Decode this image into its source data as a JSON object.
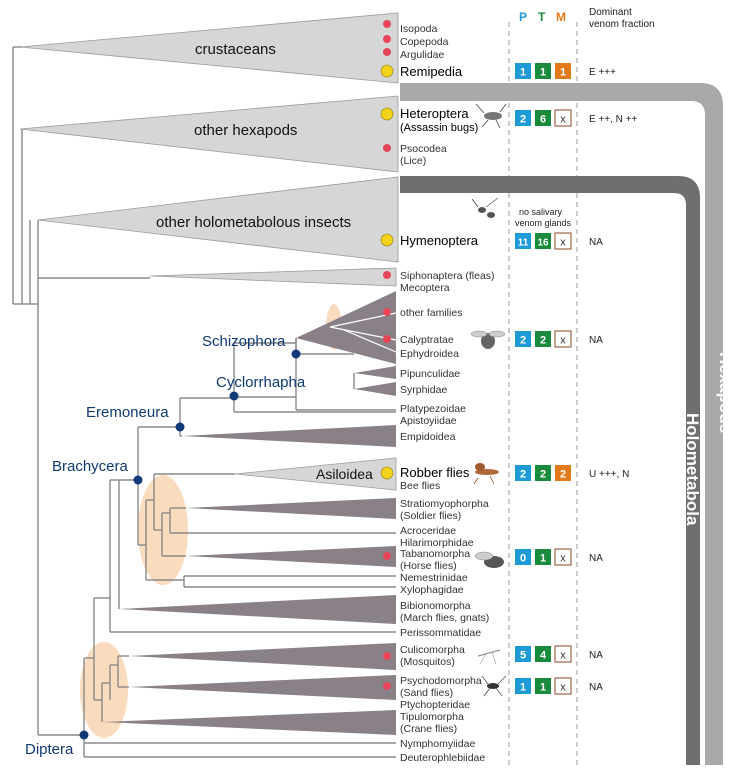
{
  "header": {
    "letters": [
      {
        "text": "P",
        "color": "#1e9ad6"
      },
      {
        "text": "T",
        "color": "#1a8a3c"
      },
      {
        "text": "M",
        "color": "#e07a1a"
      }
    ],
    "dominant": [
      "Dominant",
      "venom fraction"
    ]
  },
  "group_labels": {
    "crustaceans": "crustaceans",
    "other_hexapods": "other hexapods",
    "other_holometabolous": "other holometabolous insects",
    "asiloidea": "Asiloidea"
  },
  "node_labels": {
    "schizophora": "Schizophora",
    "cyclorrhapha": "Cyclorrhapha",
    "eremoneura": "Eremoneura",
    "brachycera": "Brachycera",
    "diptera": "Diptera"
  },
  "clade_brackets": {
    "hexapoda": "Hexapods",
    "holometabola": "Holometabola"
  },
  "taxa": {
    "isopoda": "Isopoda",
    "copepoda": "Copepoda",
    "argulidae": "Argulidae",
    "remipedia": "Remipedia",
    "heteroptera": "Heteroptera",
    "heteroptera_sub": "(Assassin bugs)",
    "psocodea": "Psocodea",
    "psocodea_sub": "(Lice)",
    "hymenoptera": "Hymenoptera",
    "siphonaptera": "Siphonaptera (fleas)",
    "mecoptera": "Mecoptera",
    "other_families": "other families",
    "calyptratae": "Calyptratae",
    "ephydroidea": "Ephydroidea",
    "pipunculidae": "Pipunculidae",
    "syrphidae": "Syrphidae",
    "platypezoidae": "Platypezoidae",
    "apistoyiidae": "Apistoyiidae",
    "empidoidea": "Empidoidea",
    "robber_flies": "Robber flies",
    "bee_flies": "Bee flies",
    "stratiomyophorpha": "Stratiomyophorpha",
    "stratiomyophorpha_sub": "(Soldier flies)",
    "acroceridae": "Acroceridae",
    "hilarimorphidae": "Hilarimorphidae",
    "tabanomorpha": "Tabanomorpha",
    "tabanomorpha_sub": "(Horse flies)",
    "nemestrinidae": "Nemestrinidae",
    "xylophagidae": "Xylophagidae",
    "bibionomorpha": "Bibionomorpha",
    "bibionomorpha_sub": "(March flies, gnats)",
    "perissommatidae": "Perissommatidae",
    "culicomorpha": "Culicomorpha",
    "culicomorpha_sub": "(Mosquitos)",
    "psychodomorpha": "Psychodomorpha",
    "psychodomorpha_sub": "(Sand flies)",
    "ptychopteridae": "Ptychopteridae",
    "tipulomorpha": "Tipulomorpha",
    "tipulomorpha_sub": "(Crane flies)",
    "nymphomyiidae": "Nymphomyiidae",
    "deuterophlebiidae": "Deuterophlebiidae"
  },
  "no_glands": [
    "no salivary",
    "venom glands"
  ],
  "counts": {
    "remipedia": {
      "p": "1",
      "t": "1",
      "m": "1",
      "frac": "E +++"
    },
    "heteroptera": {
      "p": "2",
      "t": "6",
      "m": "x",
      "frac": "E ++, N ++"
    },
    "hymenoptera": {
      "p": "11",
      "t": "16",
      "m": "x",
      "frac": "NA"
    },
    "calyptratae": {
      "p": "2",
      "t": "2",
      "m": "x",
      "frac": "NA"
    },
    "robber_flies": {
      "p": "2",
      "t": "2",
      "m": "2",
      "frac": "U +++, N"
    },
    "tabanomorpha": {
      "p": "0",
      "t": "1",
      "m": "x",
      "frac": "NA"
    },
    "culicomorpha": {
      "p": "5",
      "t": "4",
      "m": "x",
      "frac": "NA"
    },
    "psychodomorpha": {
      "p": "1",
      "t": "1",
      "m": "x",
      "frac": "NA"
    }
  },
  "colors": {
    "p": "#1e9ad6",
    "t": "#1a8a3c",
    "m": "#e07a1a",
    "node": "#0f3a73",
    "venom_dot": "#e8455a",
    "yellow_dot": "#f2d21b"
  }
}
